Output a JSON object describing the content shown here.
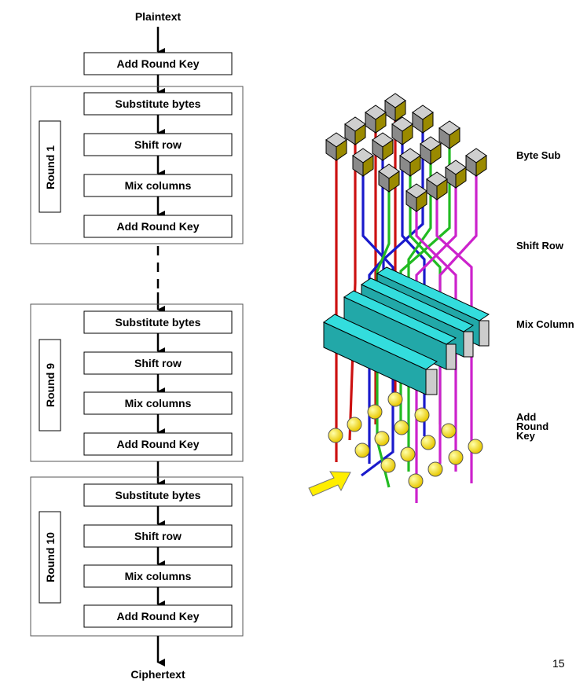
{
  "flow": {
    "input_label": "Plaintext",
    "initial_step": "Add Round Key",
    "rounds": [
      {
        "label": "Round 1",
        "steps": [
          "Substitute bytes",
          "Shift row",
          "Mix columns",
          "Add Round Key"
        ]
      },
      {
        "label": "Round 9",
        "steps": [
          "Substitute bytes",
          "Shift row",
          "Mix columns",
          "Add Round Key"
        ]
      },
      {
        "label": "Round 10",
        "steps": [
          "Substitute bytes",
          "Shift row",
          "Mix columns",
          "Add Round Key"
        ]
      }
    ],
    "output_label": "Ciphertext"
  },
  "stage_labels": {
    "byte_sub": "Byte Sub",
    "shift_row": "Shift Row",
    "mix_column": "Mix Column",
    "add_round_key": [
      "Add",
      "Round",
      "Key"
    ]
  },
  "page_number": "15",
  "colors": {
    "wire_red": "#cc1111",
    "wire_blue": "#1a1acc",
    "wire_green": "#22bb22",
    "wire_magenta": "#cc22cc",
    "cube_top": "#c8c8c8",
    "cube_side": "#9a8a00",
    "mix_bar": "#33dddd",
    "key_ball": "#ffee00",
    "arrow": "#ffff00"
  }
}
